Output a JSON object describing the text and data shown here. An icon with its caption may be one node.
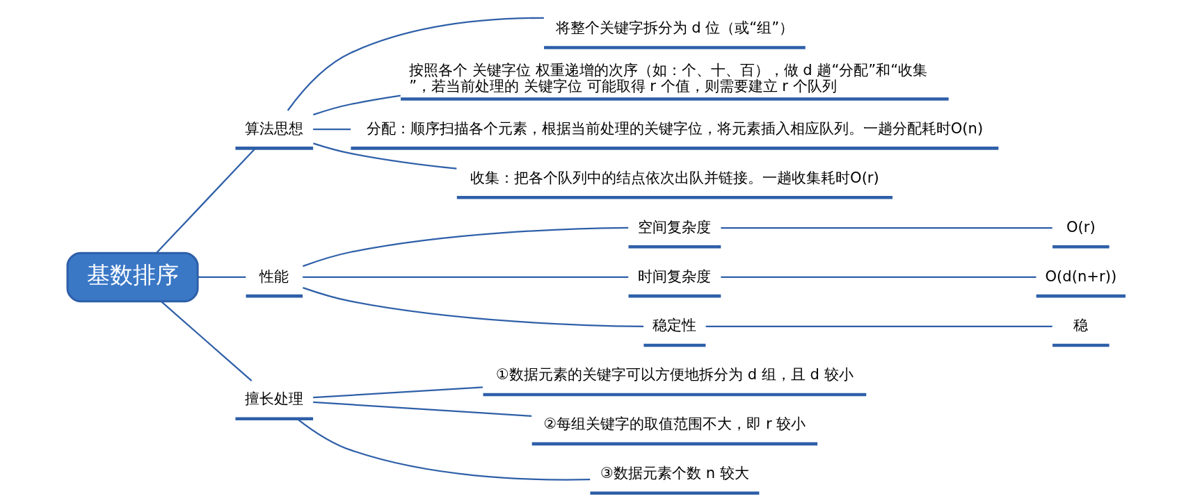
{
  "diagram": {
    "nodes": [
      {
        "text": [
          "基数排序"
        ]
      },
      {
        "text": [
          "算法思想"
        ]
      },
      {
        "text": [
          "将整个关键字拆分为 d 位（或“组”）"
        ]
      },
      {
        "text": [
          "按照各个 关键字位 权重递增的次序（如：个、十、百），做 d 趟“分配”和“收集”，若当前处理的 关键字位 可能取得 r 个值，则需要建立 r 个队列"
        ]
      },
      {
        "text": [
          "分配：顺序扫描各个元素，根据当前处理的关键字位，将元素插入相应队列。一趟分配耗时O(n)"
        ]
      },
      {
        "text": [
          "收集：把各个队列中的结点依次出队并链接。一趟收集耗时O(r)"
        ]
      },
      {
        "text": [
          "性能"
        ]
      },
      {
        "text": [
          "空间复杂度"
        ]
      },
      {
        "text": [
          "O(r)"
        ]
      },
      {
        "text": [
          "时间复杂度"
        ]
      },
      {
        "text": [
          "O(d(n+r))"
        ]
      },
      {
        "text": [
          "稳定性"
        ]
      },
      {
        "text": [
          "稳"
        ]
      },
      {
        "text": [
          "擅长处理"
        ]
      },
      {
        "text": [
          "①数据元素的关键字可以方便地拆分为 d 组，且 d 较小"
        ]
      },
      {
        "text": [
          "②每组关键字的取值范围不大，即 r 较小"
        ]
      },
      {
        "text": [
          "③数据元素个数 n 较大"
        ]
      }
    ],
    "edges": [
      {
        "from": 0,
        "to": 1,
        "arrow": "none"
      },
      {
        "from": 1,
        "to": 2,
        "arrow": "none"
      },
      {
        "from": 1,
        "to": 3,
        "arrow": "none"
      },
      {
        "from": 1,
        "to": 4,
        "arrow": "none"
      },
      {
        "from": 1,
        "to": 5,
        "arrow": "none"
      },
      {
        "from": 0,
        "to": 6,
        "arrow": "none"
      },
      {
        "from": 6,
        "to": 7,
        "arrow": "none"
      },
      {
        "from": 7,
        "to": 8,
        "arrow": "none"
      },
      {
        "from": 6,
        "to": 9,
        "arrow": "none"
      },
      {
        "from": 9,
        "to": 10,
        "arrow": "none"
      },
      {
        "from": 6,
        "to": 11,
        "arrow": "none"
      },
      {
        "from": 11,
        "to": 12,
        "arrow": "none"
      },
      {
        "from": 0,
        "to": 13,
        "arrow": "none"
      },
      {
        "from": 13,
        "to": 14,
        "arrow": "none"
      },
      {
        "from": 13,
        "to": 15,
        "arrow": "none"
      },
      {
        "from": 13,
        "to": 16,
        "arrow": "none"
      }
    ]
  }
}
